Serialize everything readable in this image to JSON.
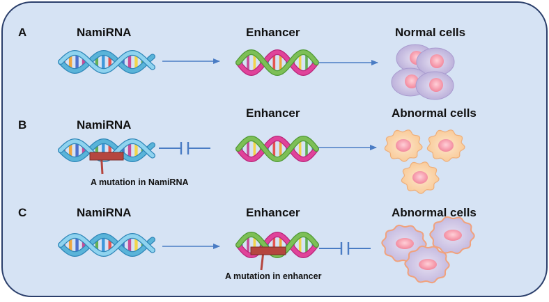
{
  "panels": [
    {
      "letter": "A",
      "mirna_label": "NamiRNA",
      "enhancer_label": "Enhancer",
      "cells_label": "Normal cells",
      "mirna_mutation_note": "",
      "enhancer_mutation_note": ""
    },
    {
      "letter": "B",
      "mirna_label": "NamiRNA",
      "enhancer_label": "Enhancer",
      "cells_label": "Abnormal cells",
      "mirna_mutation_note": "A mutation in NamiRNA",
      "enhancer_mutation_note": ""
    },
    {
      "letter": "C",
      "mirna_label": "NamiRNA",
      "enhancer_label": "Enhancer",
      "cells_label": "Abnormal cells",
      "mirna_mutation_note": "",
      "enhancer_mutation_note": "A mutation in enhancer"
    }
  ],
  "colors": {
    "panel_fill": "#d6e3f4",
    "panel_border": "#2b3f6b",
    "arrow": "#4a7cc4",
    "mirna_strand": "#5ab4d9",
    "enhancer_strand_1": "#e0439a",
    "enhancer_strand_2": "#7dbf56",
    "mutation_bar": "#b5463f",
    "normal_cell_outer": "#bdb3d9",
    "normal_cell_nucleus": "#f7a6b4",
    "abnormal_cell_outer": "#fbd3a8",
    "abnormal_cell_purple": "#c9bfe0",
    "abnormal_cell_nucleus": "#f7a6b4"
  }
}
